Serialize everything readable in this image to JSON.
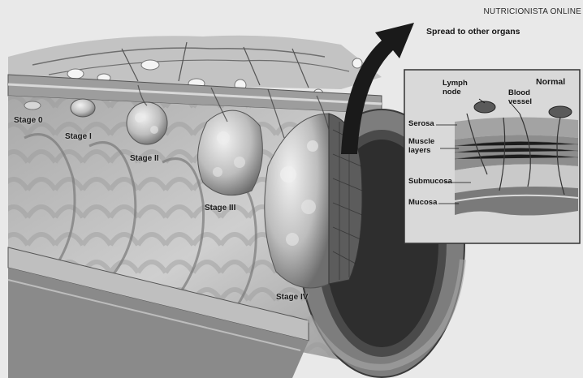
{
  "watermark": "NUTRICIONISTA ONLINE",
  "header_label": "Spread to other organs",
  "stages": {
    "stage0": "Stage 0",
    "stage1": "Stage I",
    "stage2": "Stage II",
    "stage3": "Stage III",
    "stage4": "Stage IV"
  },
  "inset": {
    "title": "Normal",
    "lymph_node": [
      "Lymph",
      "node"
    ],
    "blood_vessel": [
      "Blood",
      "vessel"
    ],
    "layers": {
      "serosa": "Serosa",
      "muscle": [
        "Muscle",
        "layers"
      ],
      "submucosa": "Submucosa",
      "mucosa": "Mucosa"
    }
  },
  "colors": {
    "background": "#e9e9e9",
    "tissue_dark": "#3a3a3a",
    "tissue_mid": "#8a8a8a",
    "tissue_light": "#bdbdbd",
    "tumor": "#cfcfcf"
  }
}
